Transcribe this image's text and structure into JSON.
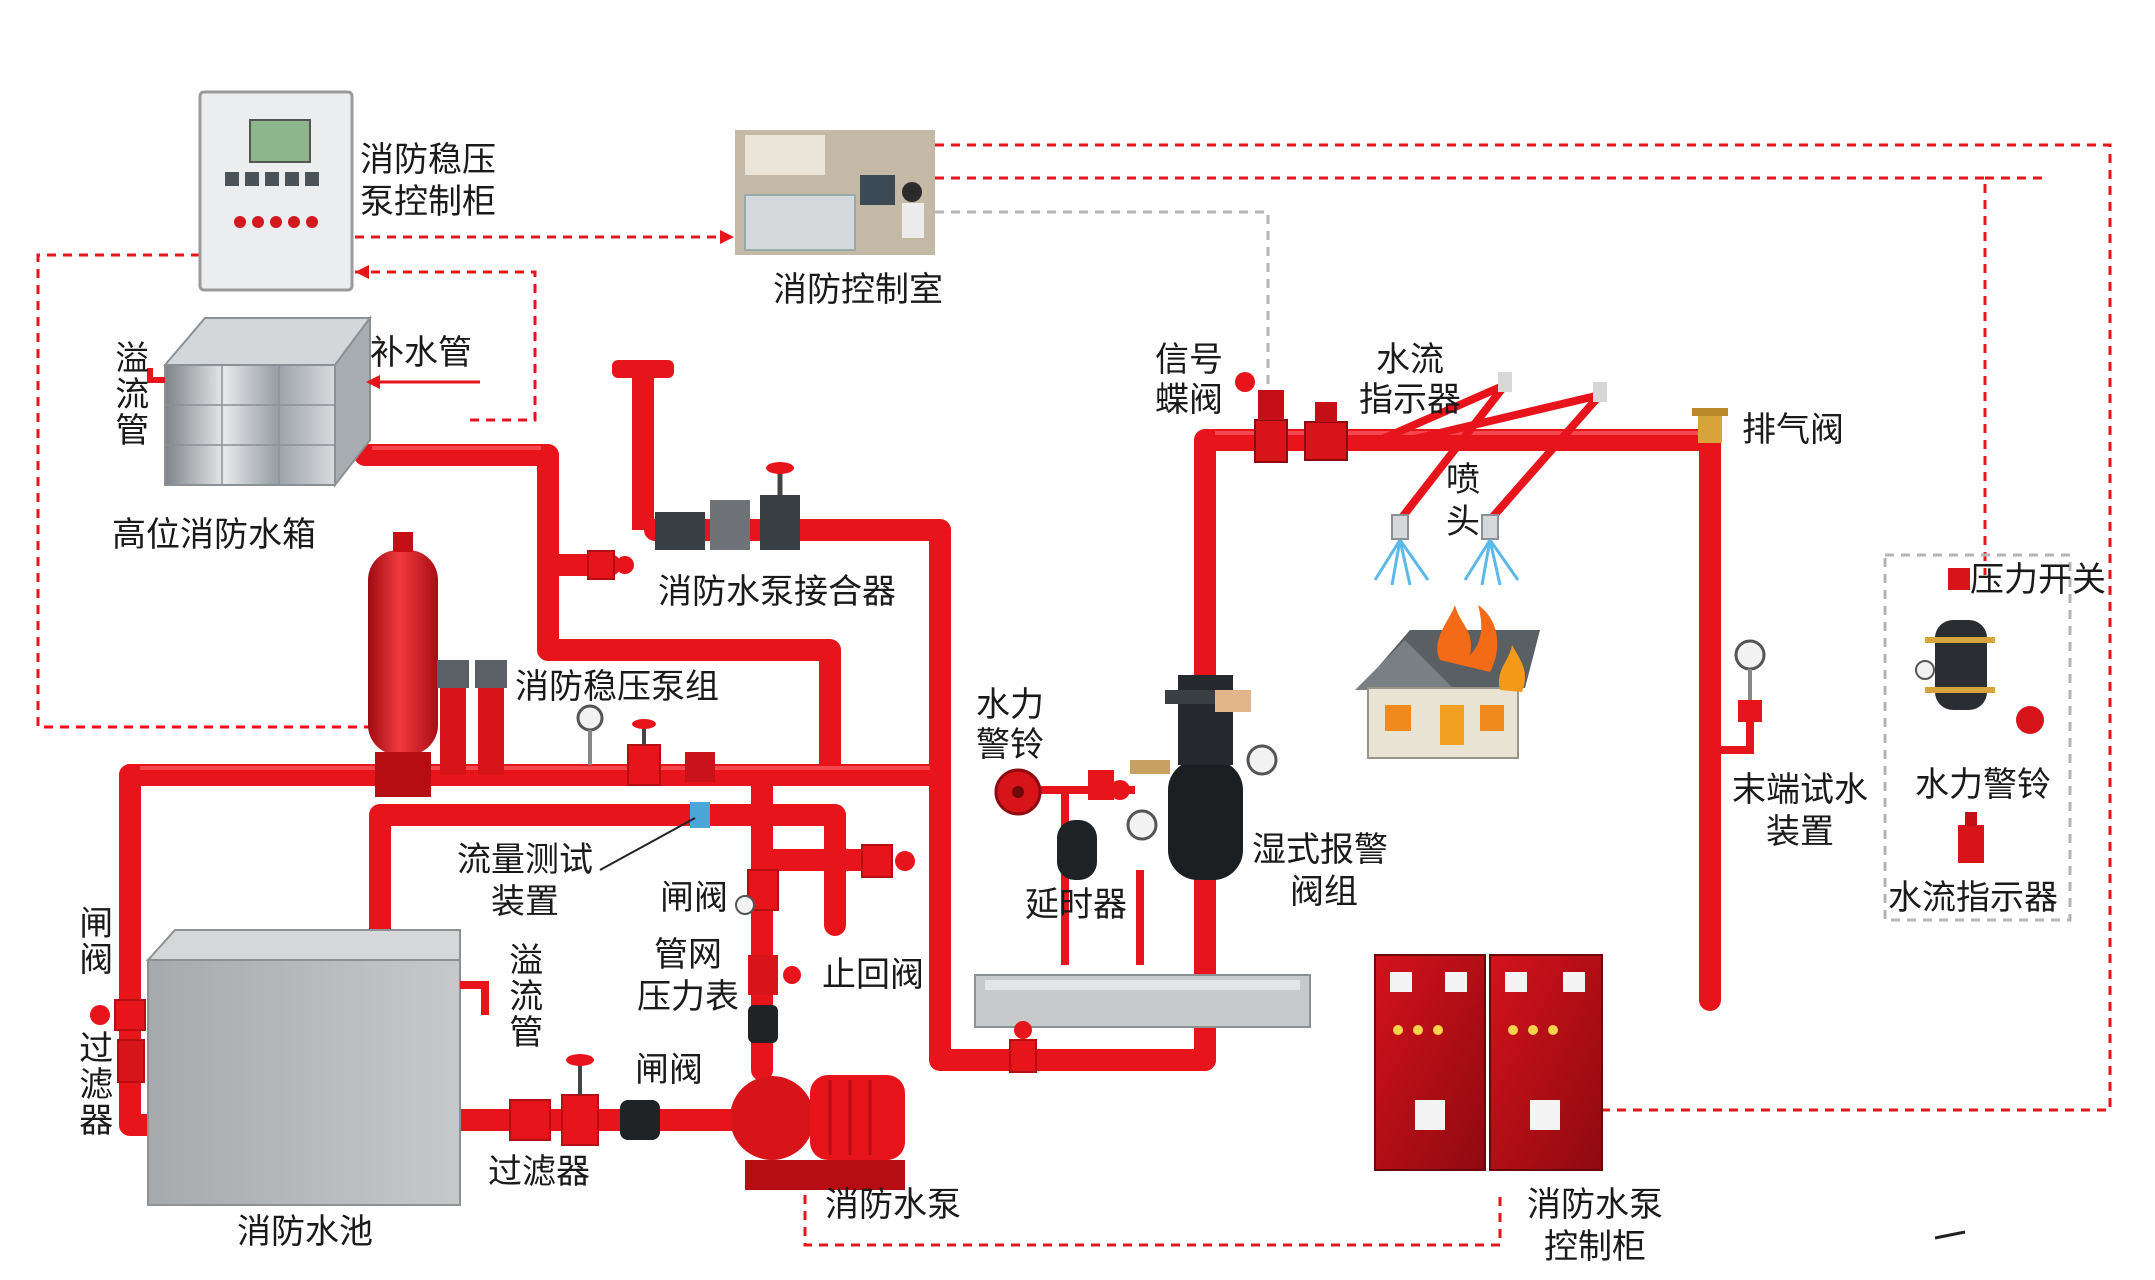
{
  "labels": {
    "stabilizer_cabinet_l1": "消防稳压",
    "stabilizer_cabinet_l2": "泵控制柜",
    "control_room": "消防控制室",
    "overflow_pipe_top": "溢流管",
    "makeup_pipe": "补水管",
    "high_tank": "高位消防水箱",
    "pump_adapter": "消防水泵接合器",
    "stabilizer_pump_group": "消防稳压泵组",
    "signal_valve_l1": "信号",
    "signal_valve_l2": "蝶阀",
    "flow_indicator_top_l1": "水流",
    "flow_indicator_top_l2": "指示器",
    "sprinkler_l1": "喷",
    "sprinkler_l2": "头",
    "exhaust_valve": "排气阀",
    "pressure_switch": "压力开关",
    "water_bell_top_l1": "水力",
    "water_bell_top_l2": "警铃",
    "water_bell_right": "水力警铃",
    "flow_indicator_right": "水流指示器",
    "end_test_l1": "末端试水",
    "end_test_l2": "装置",
    "wet_alarm_l1": "湿式报警",
    "wet_alarm_l2": "阀组",
    "delay_device": "延时器",
    "flow_test_l1": "流量测试",
    "flow_test_l2": "装置",
    "gate_valve_mid": "闸阀",
    "gate_valve_left": "闸阀",
    "gate_valve_bottom": "闸阀",
    "network_gauge_l1": "管网",
    "network_gauge_l2": "压力表",
    "check_valve": "止回阀",
    "overflow_pipe_pool": "溢流管",
    "filter_left": "过滤器",
    "filter_bottom": "过滤器",
    "fire_pool": "消防水池",
    "fire_pump": "消防水泵",
    "pump_cabinet_l1": "消防水泵",
    "pump_cabinet_l2": "控制柜"
  },
  "colors": {
    "pipe": "#e8141c",
    "pipe_dark": "#b50d12",
    "signal": "#e8141c",
    "signal_grey": "#b5b5b5",
    "pool": "#b9bbbd",
    "cabinet": "#c8101a"
  }
}
